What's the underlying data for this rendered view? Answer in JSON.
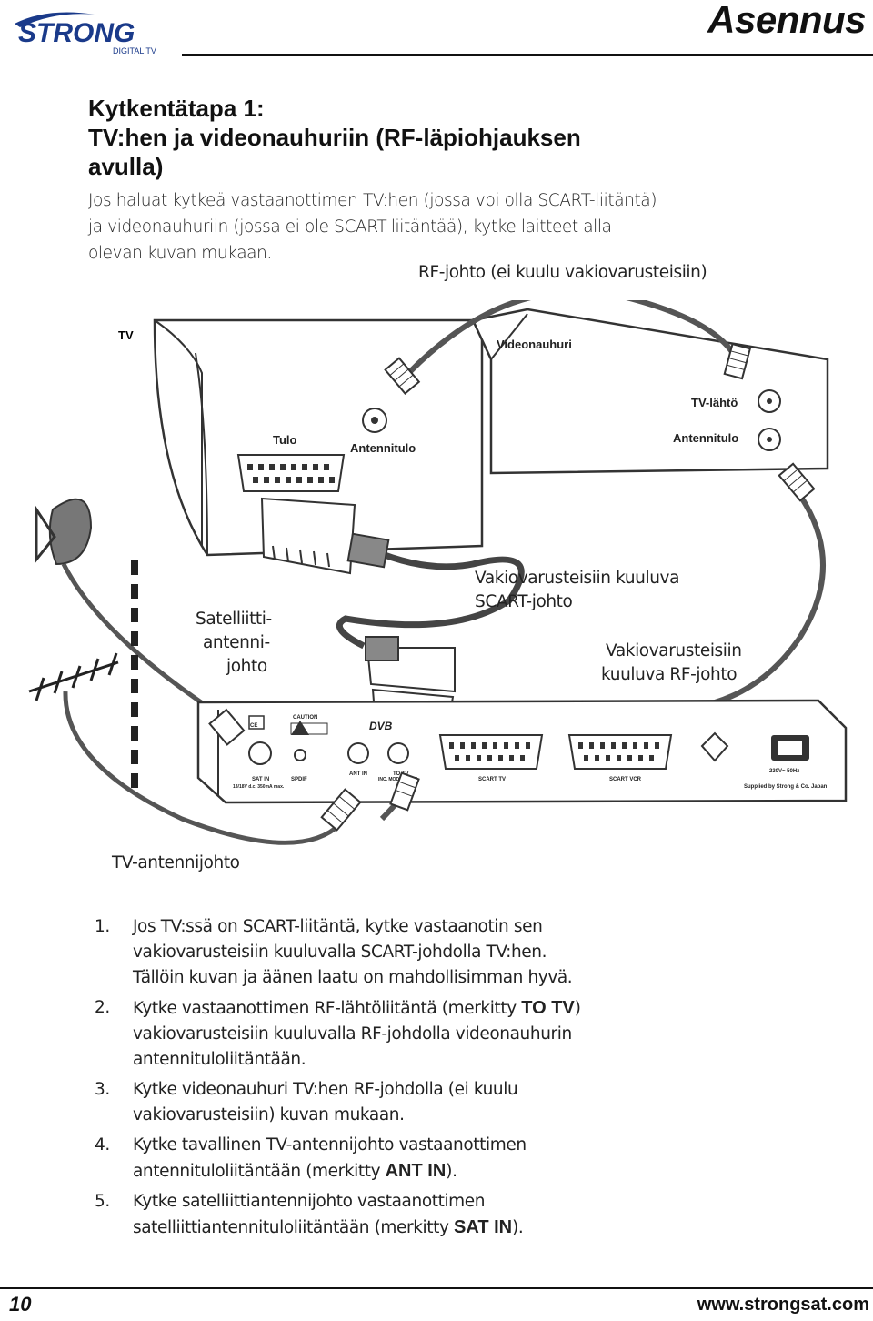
{
  "header": {
    "brand": "STRONG",
    "brand_sub": "DIGITAL TV",
    "section_title": "Asennus"
  },
  "heading": {
    "line1": "Kytkentätapa 1:",
    "line2": "TV:hen ja videonauhuriin (RF-läpiohjauksen",
    "line3": "avulla)"
  },
  "intro": {
    "line1": "Jos haluat kytkeä vastaanottimen TV:hen (jossa voi olla SCART-liitäntä)",
    "line2": "ja videonauhuriin (jossa ei ole SCART-liitäntää), kytke laitteet alla",
    "line3": "olevan kuvan mukaan."
  },
  "diagram": {
    "rf_cable_caption": "RF-johto (ei kuulu vakiovarusteisiin)",
    "tv_label": "TV",
    "tv_input_label": "Tulo",
    "tv_antenna_label": "Antennitulo",
    "vcr_label": "Videonauhuri",
    "vcr_tv_out_label": "TV-lähtö",
    "vcr_antenna_label": "Antennitulo",
    "sat_cable": {
      "line1": "Satelliitti-",
      "line2": "antenni-",
      "line3": "johto"
    },
    "scart_cable": {
      "line1": "Vakiovarusteisiin kuuluva",
      "line2": "SCART-johto"
    },
    "rf_cable": {
      "line1": "Vakiovarusteisiin",
      "line2": "kuuluva RF-johto"
    },
    "tv_antenna_cable": "TV-antennijohto",
    "receiver": {
      "sat_in": "SAT IN",
      "sat_in_spec": "13/18V d.c. 350mA max.",
      "spdif": "SPDIF",
      "ant_in": "ANT IN",
      "to_tv": "TO TV",
      "inc_modulator": "INC. MODULATOR",
      "scart_tv": "SCART TV",
      "scart_vcr": "SCART VCR",
      "caution": "CAUTION",
      "ce": "CE",
      "dvb": "DVB",
      "power": "230V~ 50Hz",
      "supplied_by": "Supplied by Strong & Co. Japan"
    }
  },
  "steps": [
    {
      "num": "1.",
      "line1": "Jos TV:ssä on SCART-liitäntä, kytke vastaanotin sen",
      "line2": "vakiovarusteisiin kuuluvalla SCART-johdolla TV:hen.",
      "line3": "Tällöin kuvan ja äänen laatu on mahdollisimman hyvä."
    },
    {
      "num": "2.",
      "line1a": "Kytke vastaanottimen RF-lähtöliitäntä (merkitty ",
      "bold": "TO TV",
      "line1b": ")",
      "line2": "vakiovarusteisiin kuuluvalla RF-johdolla videonauhurin",
      "line3": "antennituloliitäntään."
    },
    {
      "num": "3.",
      "line1": "Kytke videonauhuri TV:hen RF-johdolla (ei kuulu",
      "line2": "vakiovarusteisiin) kuvan mukaan."
    },
    {
      "num": "4.",
      "line1": "Kytke tavallinen TV-antennijohto vastaanottimen",
      "line2a": "antennituloliitäntään (merkitty ",
      "bold": "ANT IN",
      "line2b": ")."
    },
    {
      "num": "5.",
      "line1": "Kytke satelliittiantennijohto vastaanottimen",
      "line2a": "satelliittiantennituloliitäntään (merkitty ",
      "bold": "SAT IN",
      "line2b": ")."
    }
  ],
  "footer": {
    "page_number": "10",
    "website": "www.strongsat.com"
  }
}
